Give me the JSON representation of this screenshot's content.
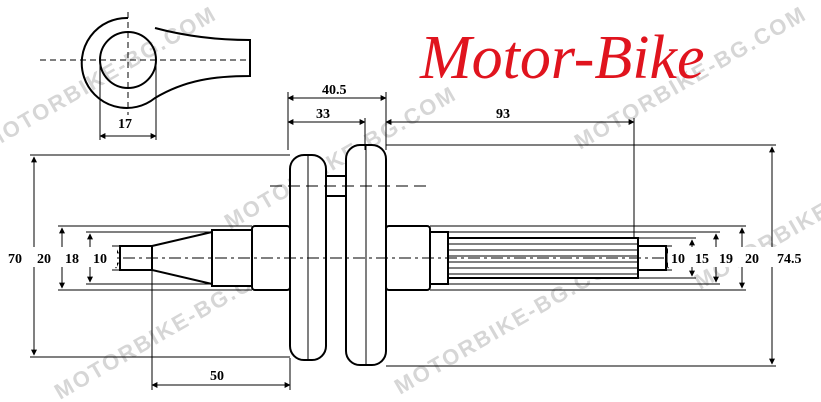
{
  "brand": {
    "title": "Motor-Bike",
    "color": "#e0141e"
  },
  "watermark": {
    "text": "MOTORBIKE-BG.COM"
  },
  "dimensions": {
    "top_rod_bore": "17",
    "web_offset_outer": "40.5",
    "web_offset_inner": "33",
    "right_shaft_length": "93",
    "left_shaft_length": "50",
    "left_diameters": [
      "70",
      "20",
      "18",
      "10"
    ],
    "right_diameters": [
      "10",
      "15",
      "19",
      "20",
      "74.5"
    ]
  }
}
